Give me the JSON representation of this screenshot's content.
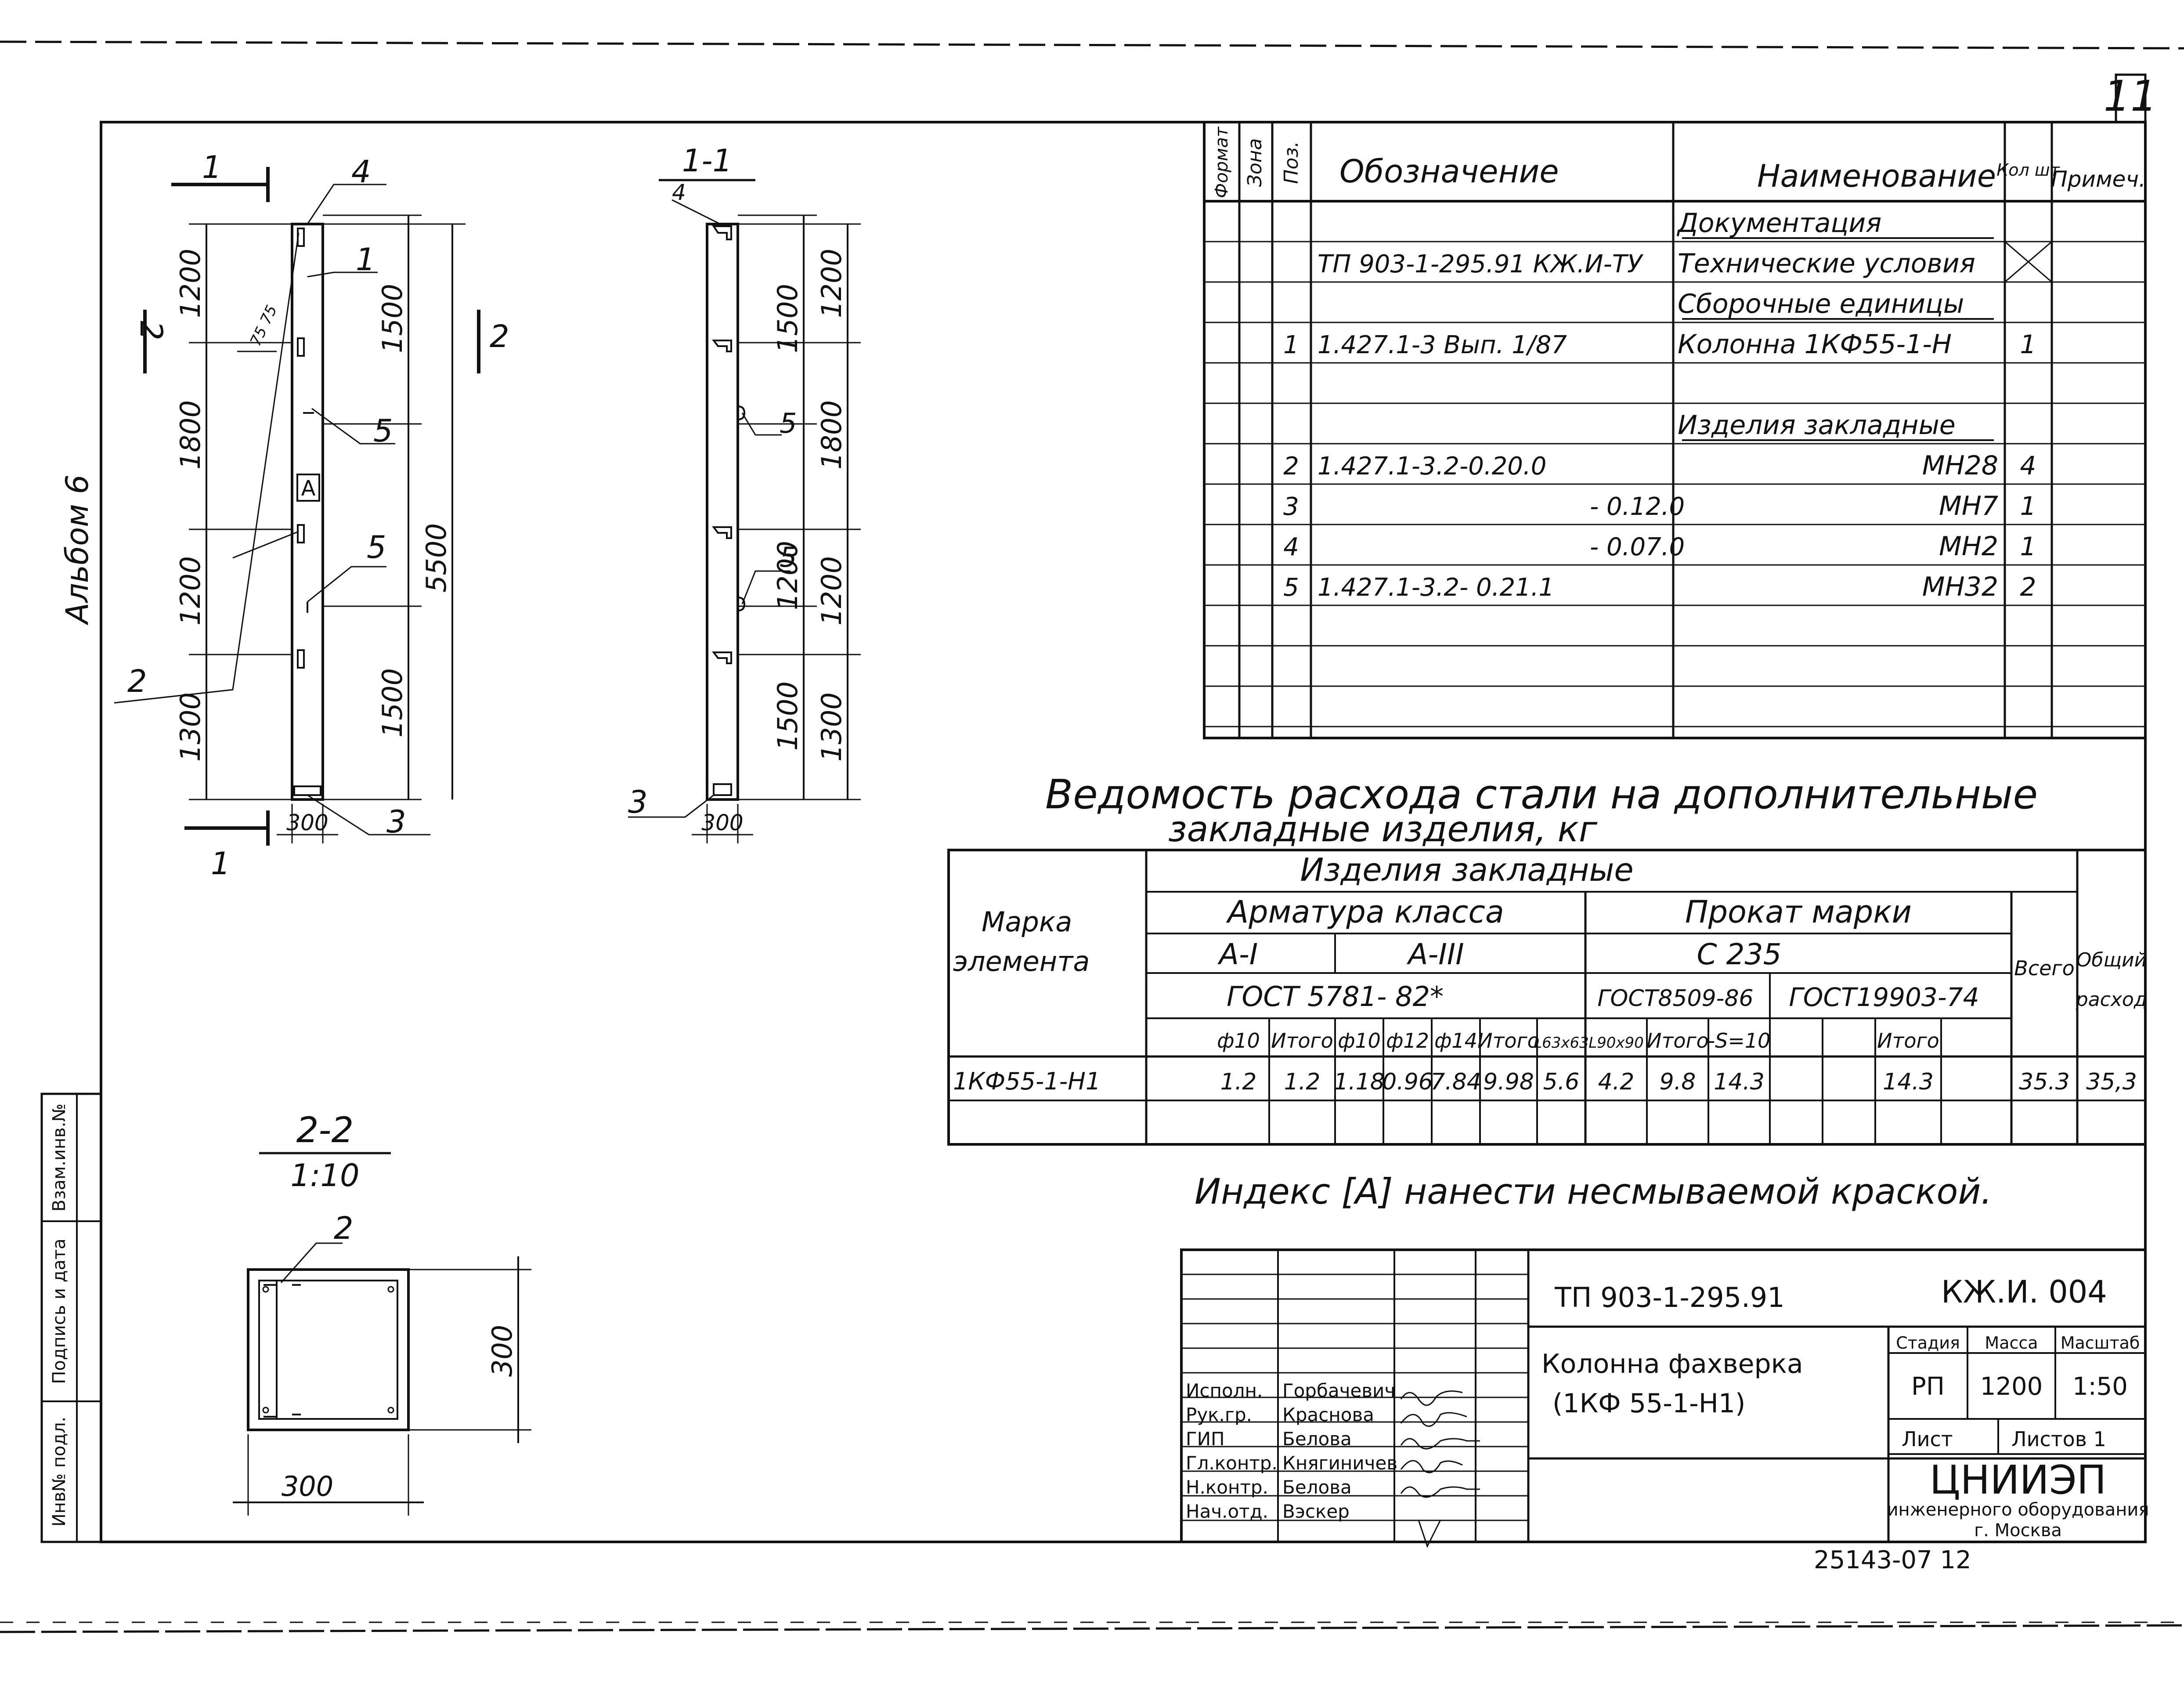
{
  "sheet_number": "11",
  "album_label": "Альбом 6",
  "side_stamp": {
    "inv_no_podl": "Инв№ подл.",
    "podpis_data": "Подпись и дата",
    "vzam_inv": "Взам.инв.№"
  },
  "elevation": {
    "dims_left": [
      "1200",
      "1800",
      "1200",
      "1300"
    ],
    "dims_right": [
      "1500",
      "1500"
    ],
    "total": "5500",
    "width": "300",
    "small_dims": "75 75",
    "callouts": [
      "1",
      "4",
      "1",
      "5",
      "5",
      "3",
      "2"
    ],
    "section_marks": [
      "1",
      "1",
      "2",
      "2"
    ],
    "label_a": "А"
  },
  "section_1_1": {
    "title": "1-1",
    "dims_inner": [
      "1500",
      "1200",
      "1500"
    ],
    "dims_outer": [
      "1200",
      "1800",
      "1200",
      "1300"
    ],
    "width": "300",
    "callouts": [
      "4",
      "5",
      "5",
      "3"
    ]
  },
  "section_2_2": {
    "title": "2-2",
    "scale": "1:10",
    "callout": "2",
    "height_dim": "300",
    "width_dim": "300"
  },
  "spec_table": {
    "headers": {
      "format": "Формат",
      "zona": "Зона",
      "poz": "Поз.",
      "oboz": "Обозначение",
      "naim": "Наименование",
      "kol": "Кол шт",
      "prim": "Примеч."
    },
    "rows": [
      {
        "poz": "",
        "oboz": "",
        "naim": "Документация",
        "kol": ""
      },
      {
        "poz": "",
        "oboz": "ТП 903-1-295.91          КЖ.И-ТУ",
        "naim": "Технические условия",
        "kol": "X"
      },
      {
        "poz": "",
        "oboz": "",
        "naim": "Сборочные единицы",
        "kol": ""
      },
      {
        "poz": "1",
        "oboz": "1.427.1-3  Вып. 1/87",
        "naim": "Колонна 1КФ55-1-Н",
        "kol": "1"
      },
      {
        "poz": "",
        "oboz": "",
        "naim": "",
        "kol": ""
      },
      {
        "poz": "",
        "oboz": "",
        "naim": "Изделия закладные",
        "kol": ""
      },
      {
        "poz": "2",
        "oboz": "1.427.1-3.2-0.20.0",
        "naim": "МН28",
        "kol": "4"
      },
      {
        "poz": "3",
        "oboz": "- 0.12.0",
        "naim": "МН7",
        "kol": "1"
      },
      {
        "poz": "4",
        "oboz": "- 0.07.0",
        "naim": "МН2",
        "kol": "1"
      },
      {
        "poz": "5",
        "oboz": "1.427.1-3.2- 0.21.1",
        "naim": "МН32",
        "kol": "2"
      }
    ]
  },
  "steel_table": {
    "title_line1": "Ведомость расхода стали на дополнительные",
    "title_line2": "закладные изделия, кг",
    "h_marka": "Марка элемента",
    "h_izdelia": "Изделия закладные",
    "h_armatura": "Арматура класса",
    "h_prokat": "Прокат марки",
    "h_a1": "А-I",
    "h_a3": "А-III",
    "h_c235": "С 235",
    "h_gost5781": "ГОСТ 5781- 82*",
    "h_gost8509": "ГОСТ8509-86",
    "h_gost19903": "ГОСТ19903-74",
    "h_vsego": "Всего",
    "h_obsh": "Общий расход",
    "cols": [
      "ф10",
      "Итого",
      "ф10",
      "ф12",
      "ф14",
      "Итого",
      "L63x63",
      "L90x90",
      "Итого",
      "-S=10",
      "",
      "",
      "Итого"
    ],
    "row_mark": "1КФ55-1-Н1",
    "row_values": [
      "1.2",
      "1.2",
      "1.18",
      "0.96",
      "7.84",
      "9.98",
      "5.6",
      "4.2",
      "9.8",
      "14.3",
      "",
      "",
      "14.3",
      "35.3",
      "35,3"
    ]
  },
  "note": "Индекс [А] нанести несмываемой краской.",
  "title_block": {
    "project": "ТП 903-1-295.91",
    "code": "КЖ.И. 004",
    "name_line1": "Колонна фахверка",
    "name_line2": "(1КФ 55-1-Н1)",
    "h_stadia": "Стадия",
    "h_massa": "Масса",
    "h_masshtab": "Масштаб",
    "stadia": "РП",
    "massa": "1200",
    "masshtab": "1:50",
    "list": "Лист",
    "listov": "Листов 1",
    "org_line1": "ЦНИИЭП",
    "org_line2": "инженерного оборудования",
    "org_line3": "г. Москва",
    "people": [
      {
        "role": "Исполн.",
        "name": "Горбачевич"
      },
      {
        "role": "Рук.гр.",
        "name": "Краснова"
      },
      {
        "role": "ГИП",
        "name": "Белова"
      },
      {
        "role": "Гл.контр.",
        "name": "Княгиничев"
      },
      {
        "role": "Н.контр.",
        "name": "Белова"
      },
      {
        "role": "Нач.отд.",
        "name": "Вэскер"
      }
    ],
    "footer_code": "25143-07  12"
  }
}
